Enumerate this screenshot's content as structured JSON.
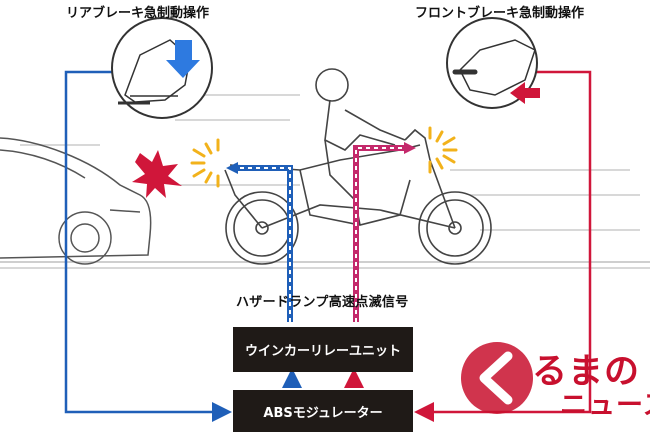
{
  "labels": {
    "rear_title": "リアブレーキ急制動操作",
    "front_title": "フロントブレーキ急制動操作",
    "hazard_label": "ハザードランプ高速点滅信号"
  },
  "boxes": {
    "relay_unit": "ウインカーリレーユニット",
    "abs_modulator": "ABSモジュレーター"
  },
  "logo": {
    "main": "るまの",
    "sub": "ニュース"
  },
  "colors": {
    "rear_line": "#1f5fb8",
    "front_line": "#d0163a",
    "box_bg": "#1f1a17",
    "blinker": "#f2b21b",
    "crash": "#d0163a",
    "logo": "#c8102e"
  }
}
